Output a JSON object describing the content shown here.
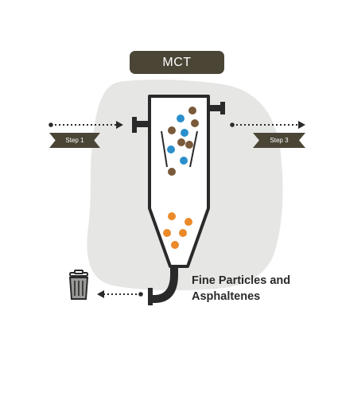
{
  "title": "MCT",
  "steps": {
    "left": "Step 1",
    "right": "Step 3"
  },
  "caption": {
    "line1": "Fine Particles and",
    "line2": "Asphaltenes"
  },
  "icons": [
    "trash-can-icon",
    "cyclone-separator-icon"
  ],
  "colors": {
    "dark": "#4a4535",
    "blob": "#e6e6e4",
    "particle_blue": "#2b8fcb",
    "particle_brown": "#7a5a3a",
    "particle_orange": "#eb8a2a"
  }
}
